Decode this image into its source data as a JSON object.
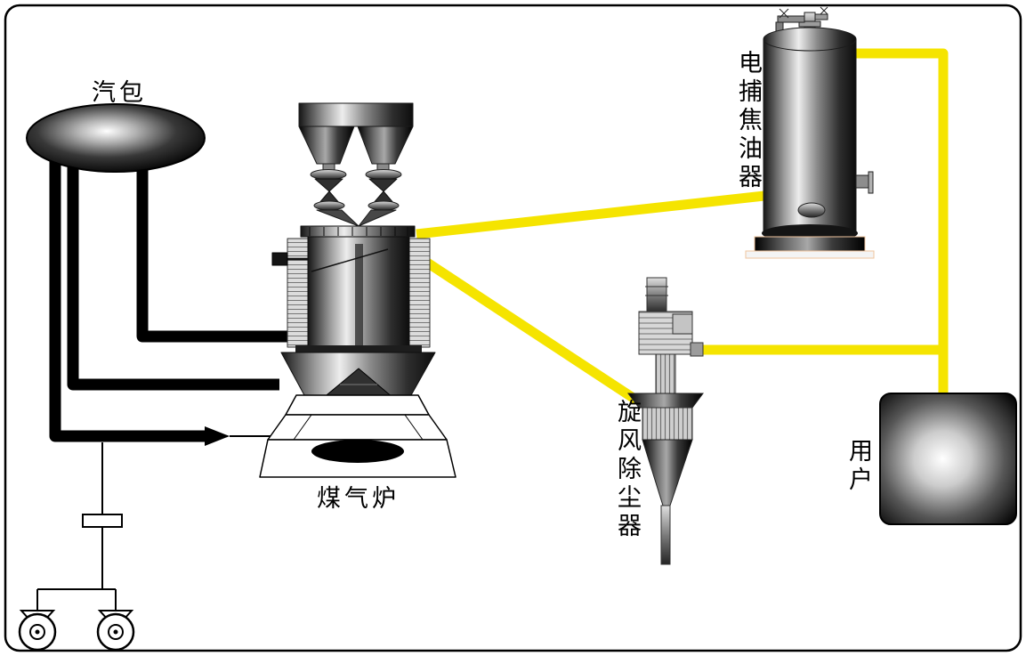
{
  "labels": {
    "steam_drum": "汽包",
    "gas_furnace": "煤气炉",
    "tar_precipitator": "电捕焦油器",
    "cyclone": "旋风除尘器",
    "user": "用户"
  },
  "colors": {
    "gas_pipe": "#F5E400",
    "steam_pipe": "#000000",
    "background": "#FFFFFF",
    "base_trim": "#EFC49E"
  }
}
